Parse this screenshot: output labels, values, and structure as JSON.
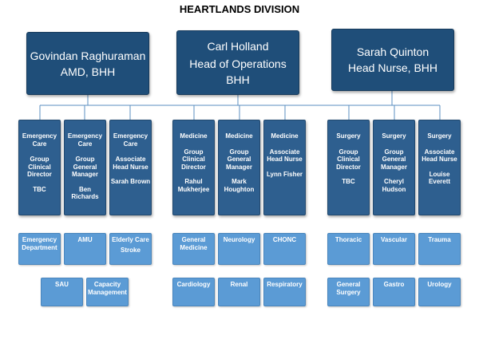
{
  "title": "HEARTLANDS DIVISION",
  "leaders": [
    {
      "name": "Govindan Raghuraman",
      "role": "AMD, BHH"
    },
    {
      "name": "Carl Holland",
      "role": "Head of Operations",
      "role2": "BHH"
    },
    {
      "name": "Sarah Quinton",
      "role": "Head Nurse, BHH"
    }
  ],
  "managers": [
    {
      "dept": "Emergency Care",
      "role": "Group Clinical Director",
      "name": "TBC"
    },
    {
      "dept": "Emergency Care",
      "role": "Group General Manager",
      "name": "Ben Richards"
    },
    {
      "dept": "Emergency Care",
      "role": "Associate Head Nurse",
      "name": "Sarah Brown"
    },
    {
      "dept": "Medicine",
      "role": "Group Clinical Director",
      "name": "Rahul Mukherjee"
    },
    {
      "dept": "Medicine",
      "role": "Group General Manager",
      "name": "Mark Houghton"
    },
    {
      "dept": "Medicine",
      "role": "Associate Head Nurse",
      "name": "Lynn Fisher"
    },
    {
      "dept": "Surgery",
      "role": "Group Clinical Director",
      "name": "TBC"
    },
    {
      "dept": "Surgery",
      "role": "Group General Manager",
      "name": "Cheryl Hudson"
    },
    {
      "dept": "Surgery",
      "role": "Associate Head Nurse",
      "name": "Louise Everett"
    }
  ],
  "units_row1": [
    {
      "label": "Emergency Department"
    },
    {
      "label": "AMU"
    },
    {
      "label": "Elderly Care",
      "label2": "Stroke"
    },
    {
      "label": "General Medicine"
    },
    {
      "label": "Neurology"
    },
    {
      "label": "CHONC"
    },
    {
      "label": "Thoracic"
    },
    {
      "label": "Vascular"
    },
    {
      "label": "Trauma"
    }
  ],
  "units_row2": [
    {
      "label": "SAU"
    },
    {
      "label": "Capacity Management"
    },
    {
      "label": "Cardiology"
    },
    {
      "label": "Renal"
    },
    {
      "label": "Respiratory"
    },
    {
      "label": "General Surgery"
    },
    {
      "label": "Gastro"
    },
    {
      "label": "Urology"
    }
  ]
}
